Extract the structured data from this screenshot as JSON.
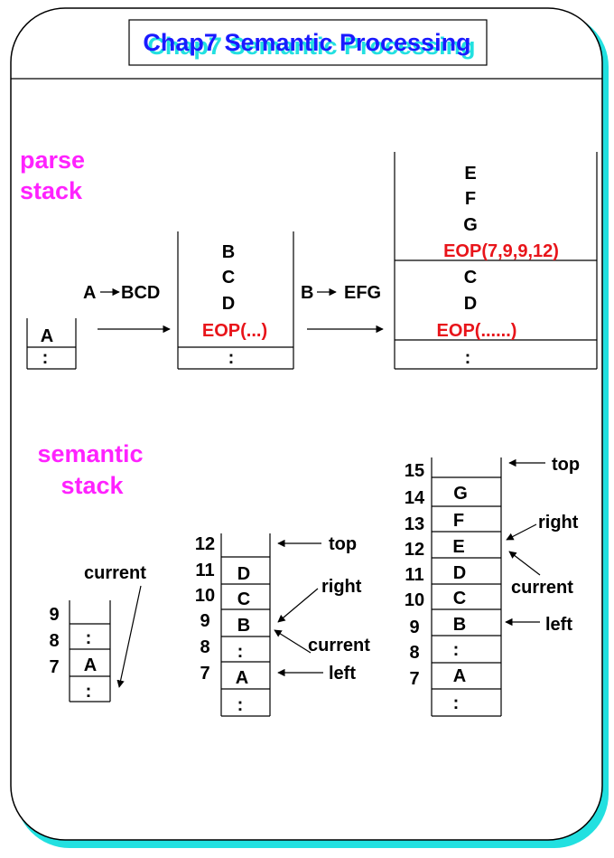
{
  "slide": {
    "title": "Chap7  Semantic Processing"
  },
  "parse": {
    "heading_line1": "parse",
    "heading_line2": "stack",
    "production1": "A",
    "production1_rhs": "BCD",
    "production2": "B",
    "production2_rhs": "EFG",
    "stack1": [
      "A",
      ":"
    ],
    "stack2": [
      "B",
      "C",
      "D",
      "EOP(...)",
      ":"
    ],
    "stack3": [
      "E",
      "F",
      "G",
      "EOP(7,9,9,12)",
      "C",
      "D",
      "EOP(......)",
      ":"
    ]
  },
  "semantic": {
    "heading_line1": "semantic",
    "heading_line2": "stack",
    "stack1": {
      "cells": [
        ":",
        "A",
        ":"
      ],
      "indices": [
        "9",
        "8",
        "7"
      ],
      "current_label": "current"
    },
    "stack2": {
      "cells": [
        "D",
        "C",
        "B",
        ":",
        "A",
        ":"
      ],
      "indices": [
        "12",
        "11",
        "10",
        "9",
        "8",
        "7"
      ],
      "top_label": "top",
      "right_label": "right",
      "current_label": "current",
      "left_label": "left"
    },
    "stack3": {
      "cells": [
        "G",
        "F",
        "E",
        "D",
        "C",
        "B",
        ":",
        "A",
        ":"
      ],
      "indices": [
        "15",
        "14",
        "13",
        "12",
        "11",
        "10",
        "9",
        "8",
        "7"
      ],
      "top_label": "top",
      "right_label": "right",
      "current_label": "current",
      "left_label": "left"
    }
  },
  "colors": {
    "title_blue": "#1a1aff",
    "title_shadow": "#22e0e0",
    "heading_magenta": "#ff22ff",
    "eop_red": "#e8141a",
    "frame_cyan": "#22e0e0",
    "text_black": "#000000"
  }
}
